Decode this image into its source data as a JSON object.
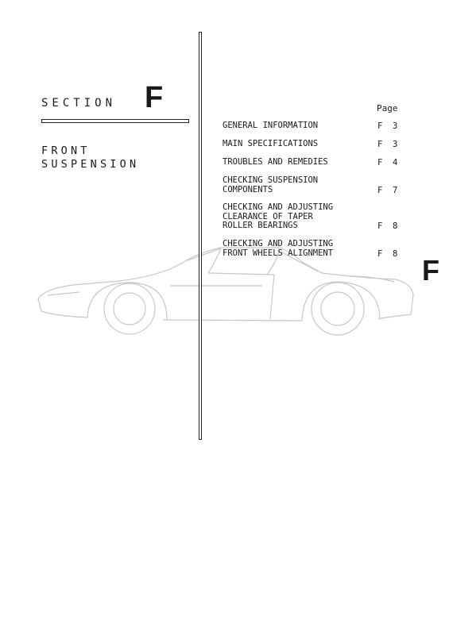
{
  "section": {
    "word": "SECTION",
    "letter": "F"
  },
  "title": {
    "line1": "FRONT",
    "line2": "SUSPENSION"
  },
  "page_header": "Page",
  "toc": [
    {
      "label": [
        "GENERAL INFORMATION"
      ],
      "ref": "F  3"
    },
    {
      "label": [
        "MAIN SPECIFICATIONS"
      ],
      "ref": "F  3"
    },
    {
      "label": [
        "TROUBLES AND REMEDIES"
      ],
      "ref": "F  4"
    },
    {
      "label": [
        "CHECKING SUSPENSION",
        "COMPONENTS"
      ],
      "ref": "F  7"
    },
    {
      "label": [
        "CHECKING AND ADJUSTING",
        "CLEARANCE OF TAPER",
        "ROLLER BEARINGS"
      ],
      "ref": "F  8"
    },
    {
      "label": [
        "CHECKING AND ADJUSTING",
        "FRONT WHEELS ALIGNMENT"
      ],
      "ref": "F  8"
    }
  ],
  "side_tab": "F",
  "watermark_icon": "car-silhouette-icon"
}
